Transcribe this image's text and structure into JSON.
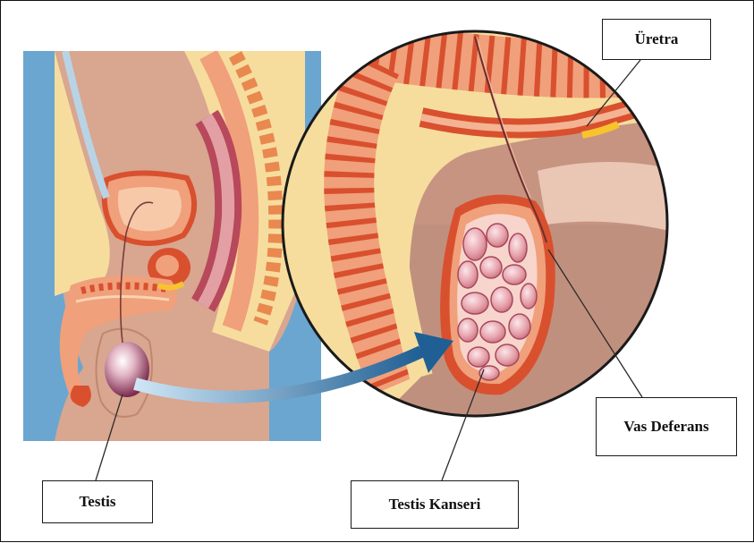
{
  "labels": {
    "uretra": "Üretra",
    "vas_deferans": "Vas Deferans",
    "testis": "Testis",
    "testis_kanseri": "Testis Kanseri"
  },
  "colors": {
    "background_blue": "#6aa6cf",
    "skin": "#d9a690",
    "tissue_cream": "#f6dd9e",
    "tissue_orange": "#f0a07a",
    "tissue_red": "#d9502f",
    "tumor_pink": "#e7a4ad",
    "arrow_blue": "#2a6fa3"
  }
}
